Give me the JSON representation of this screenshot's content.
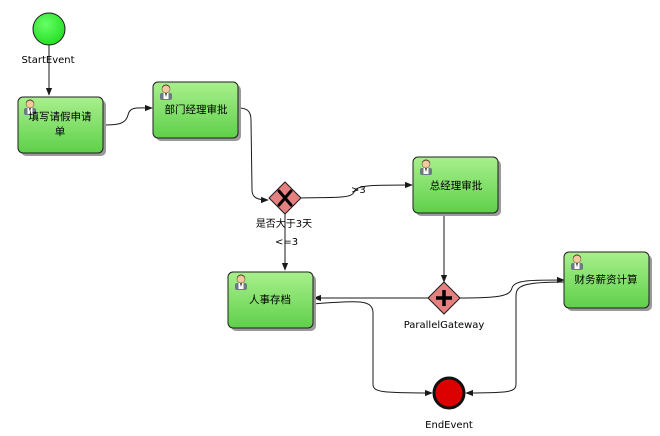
{
  "events": {
    "start": {
      "label": "StartEvent",
      "color": "#22dd22"
    },
    "end": {
      "label": "EndEvent",
      "color": "#dd0000"
    }
  },
  "tasks": [
    {
      "id": "t1",
      "label_lines": [
        "填写请假申请",
        "单"
      ],
      "icon": "user-icon"
    },
    {
      "id": "t2",
      "label_lines": [
        "部门经理审批"
      ],
      "icon": "user-icon"
    },
    {
      "id": "t3",
      "label_lines": [
        "总经理审批"
      ],
      "icon": "user-icon"
    },
    {
      "id": "t4",
      "label_lines": [
        "人事存档"
      ],
      "icon": "user-icon"
    },
    {
      "id": "t5",
      "label_lines": [
        "财务薪资计算"
      ],
      "icon": "user-icon"
    }
  ],
  "gateways": {
    "exclusive": {
      "label": "是否大于3天",
      "icon": "x-mark-icon"
    },
    "parallel": {
      "label": "ParallelGateway",
      "icon": "plus-icon"
    }
  },
  "flow_labels": {
    "gt3": ">3",
    "le3": "<=3"
  },
  "colors": {
    "task_fill_top": "#a8f08c",
    "task_fill_bottom": "#5fd04a",
    "gateway_fill": "#e58080"
  }
}
